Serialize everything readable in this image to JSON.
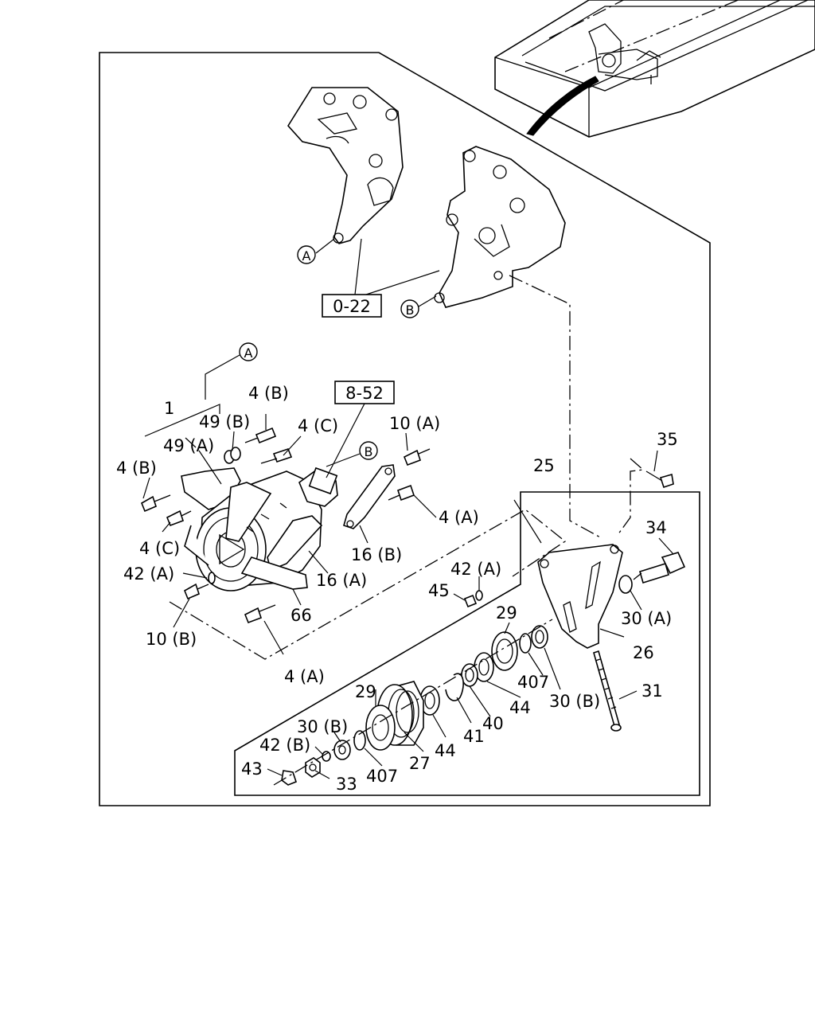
{
  "diagram": {
    "ref_boxes": {
      "bracket_ref": "0-22",
      "compressor_ref": "8-52"
    },
    "circled_markers": {
      "upper_a": "A",
      "upper_b": "B",
      "left_a": "A",
      "mid_b": "B"
    },
    "callouts": {
      "c1": "1",
      "c4b_top": "4 (B)",
      "c49b": "49 (B)",
      "c4c_top": "4 (C)",
      "c49a": "49 (A)",
      "c4b_left": "4 (B)",
      "c4c_left": "4 (C)",
      "c42a_left": "42 (A)",
      "c10b": "10 (B)",
      "c4a_bottom": "4 (A)",
      "c66": "66",
      "c16a": "16 (A)",
      "c16b": "16 (B)",
      "c4a_right": "4 (A)",
      "c10a": "10 (A)",
      "c25": "25",
      "c35": "35",
      "c34": "34",
      "c42a_right": "42 (A)",
      "c45": "45",
      "c30a": "30 (A)",
      "c26": "26",
      "c29_top": "29",
      "c407_right": "407",
      "c44_right": "44",
      "c30b_right": "30 (B)",
      "c31": "31",
      "c40": "40",
      "c41": "41",
      "c44_left": "44",
      "c27": "27",
      "c29_left": "29",
      "c30b_left": "30 (B)",
      "c42b": "42 (B)",
      "c407_left": "407",
      "c43": "43",
      "c33": "33"
    }
  }
}
